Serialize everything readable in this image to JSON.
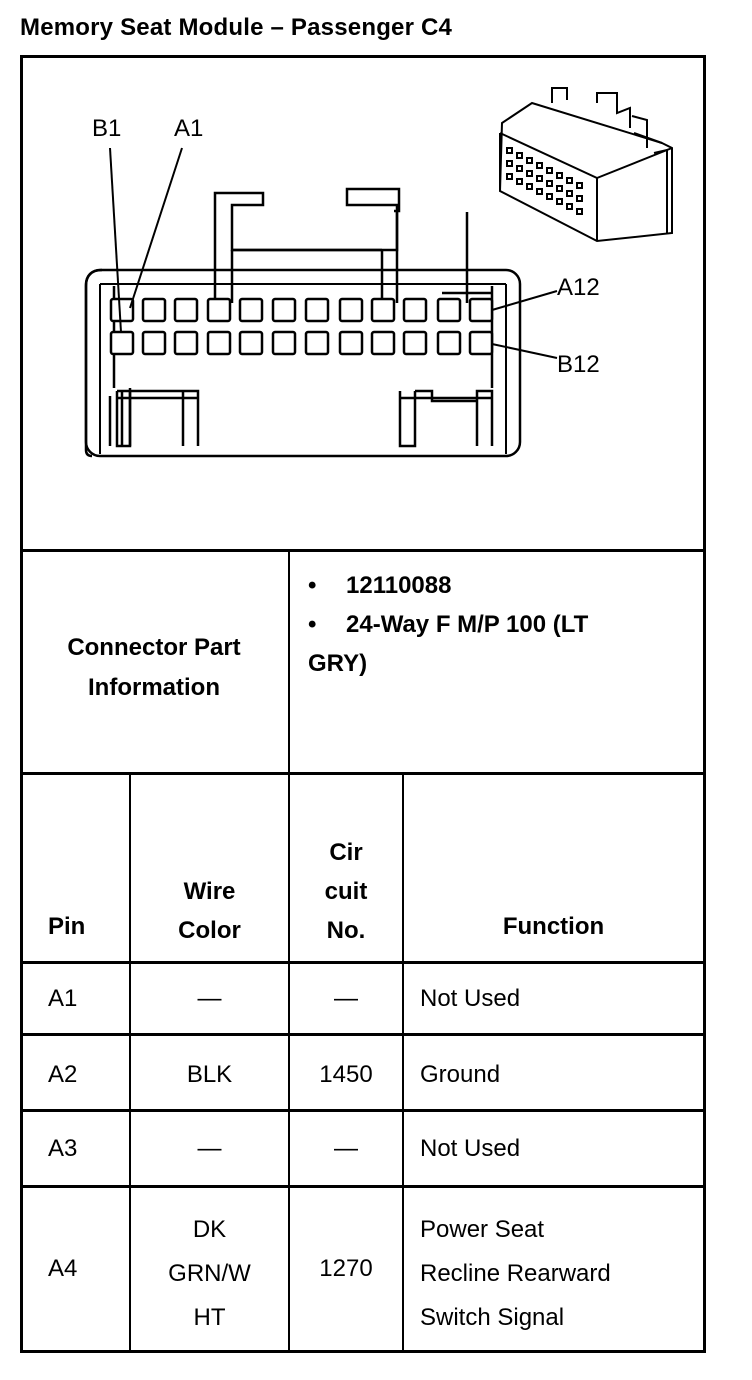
{
  "title": "Memory Seat Module – Passenger C4",
  "diagram": {
    "label_b1": "B1",
    "label_a1": "A1",
    "label_a12": "A12",
    "label_b12": "B12"
  },
  "connector_info": {
    "label_line1": "Connector Part",
    "label_line2": "Information",
    "bullet": "•",
    "part_number": "12110088",
    "description_line1": "24-Way F M/P 100 (LT",
    "description_line2": "GRY)"
  },
  "table": {
    "headers": {
      "pin": "Pin",
      "wire_color_line1": "Wire",
      "wire_color_line2": "Color",
      "circuit_line1": "Cir",
      "circuit_line2": "cuit",
      "circuit_line3": "No.",
      "function": "Function"
    },
    "rows": [
      {
        "pin": "A1",
        "wire": "—",
        "circuit": "—",
        "function": "Not Used"
      },
      {
        "pin": "A2",
        "wire": "BLK",
        "circuit": "1450",
        "function": "Ground"
      },
      {
        "pin": "A3",
        "wire": "—",
        "circuit": "—",
        "function": "Not Used"
      },
      {
        "pin": "A4",
        "wire_line1": "DK",
        "wire_line2": "GRN/W",
        "wire_line3": "HT",
        "circuit": "1270",
        "function_line1": "Power Seat",
        "function_line2": "Recline Rearward",
        "function_line3": "Switch Signal"
      }
    ]
  }
}
